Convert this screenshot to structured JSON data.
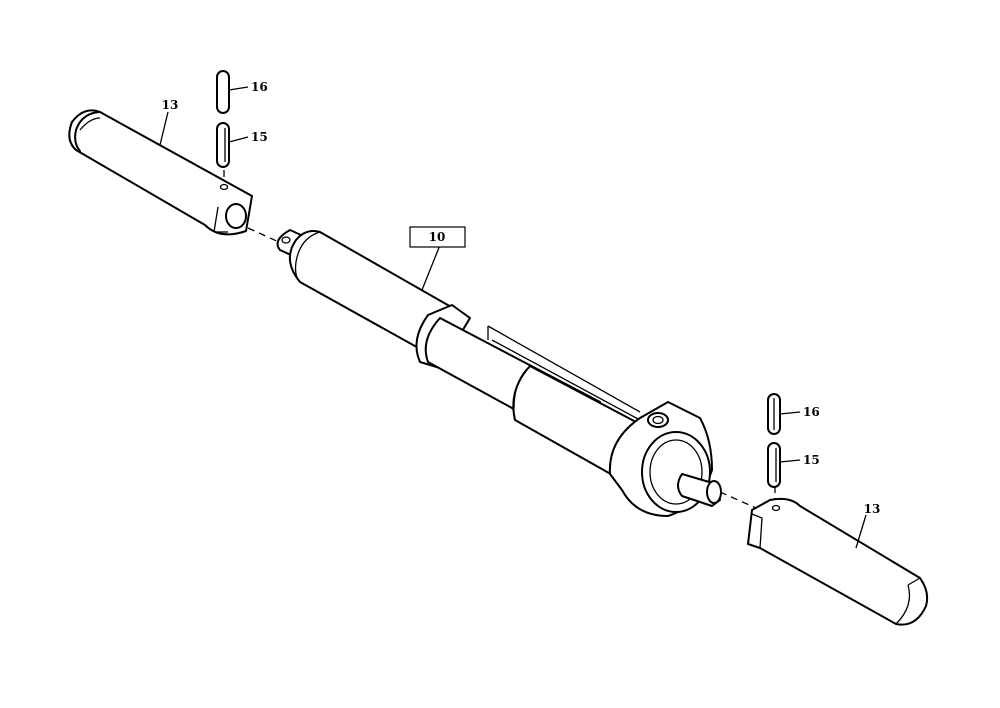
{
  "callouts": {
    "main_cylinder": "10",
    "left_pin": "13",
    "right_pin": "13",
    "left_upper_roll_pin": "16",
    "left_lower_roll_pin": "15",
    "right_upper_roll_pin": "16",
    "right_lower_roll_pin": "15"
  }
}
